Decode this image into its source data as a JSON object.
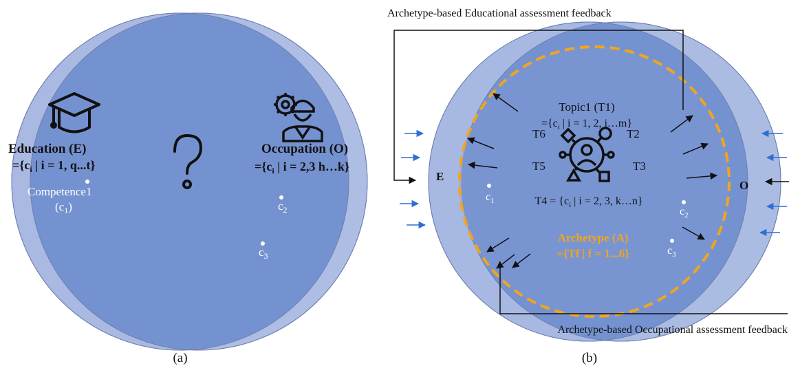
{
  "panel_a": {
    "left_label": "Education (E)",
    "left_set": "={c",
    "left_set_sub": "i",
    "left_set_rest": " | i = 1, q...t}",
    "right_label": "Occupation (O)",
    "right_set": "={c",
    "right_set_sub": "i",
    "right_set_rest": " | i = 2,3 h…k}",
    "center_symbol": "?",
    "competence_label": "Competence1",
    "competence_sym": "(c",
    "competence_sub": "1",
    "competence_close": ")",
    "c2": "c",
    "c2_sub": "2",
    "c3": "c",
    "c3_sub": "3",
    "caption": "(a)"
  },
  "panel_b": {
    "top_feedback": "Archetype-based Educational assessment feedback",
    "bottom_feedback": "Archetype-based Occupational assessment feedback",
    "left_label": "E",
    "right_label": "O",
    "topic1_title": "Topic1 (T1)",
    "topic1_set": "={c",
    "topic1_sub": "i",
    "topic1_rest": " | i = 1, 2, j…m}",
    "t2": "T2",
    "t3": "T3",
    "t5": "T5",
    "t6": "T6",
    "t4_pre": "T4 = {c",
    "t4_sub": "i",
    "t4_rest": " | i = 2, 3, k…n}",
    "archetype_title": "Archetype (A)",
    "archetype_set": "={Tf | f = 1...6}",
    "c1": "c",
    "c1_sub": "1",
    "c2": "c",
    "c2_sub": "2",
    "c3": "c",
    "c3_sub": "3",
    "caption": "(b)"
  },
  "colors": {
    "outer_circle": "#a7b8e2",
    "overlap": "#7592d0",
    "inner_circle": "#8aa4dc",
    "dashed_ring": "#f2a51c",
    "arrow_blue": "#2f6fd0",
    "archetype_text": "#f2a51c"
  },
  "icons": [
    "graduation-cap-icon",
    "worker-gear-icon",
    "question-mark-icon",
    "archetype-network-icon"
  ]
}
